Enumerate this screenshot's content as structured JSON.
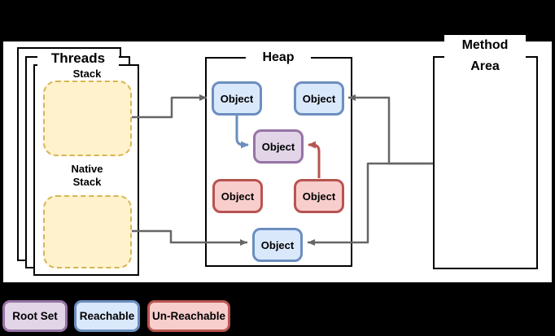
{
  "diagram": {
    "threads": {
      "title": "Threads",
      "stack_label": "Stack",
      "native_stack_label": "Native Stack"
    },
    "heap": {
      "title": "Heap",
      "objects": [
        {
          "id": "top-left",
          "label": "Object",
          "category": "reachable"
        },
        {
          "id": "top-right",
          "label": "Object",
          "category": "reachable"
        },
        {
          "id": "center",
          "label": "Object",
          "category": "root-set"
        },
        {
          "id": "bottom-left",
          "label": "Object",
          "category": "un-reachable"
        },
        {
          "id": "bottom-right",
          "label": "Object",
          "category": "un-reachable"
        },
        {
          "id": "bottom-center",
          "label": "Object",
          "category": "reachable"
        }
      ]
    },
    "method_area": {
      "title_line1": "Method",
      "title_line2": "Area"
    },
    "legend": {
      "items": [
        {
          "label": "Root Set",
          "fill": "#E1D5E7",
          "stroke": "#9673A6"
        },
        {
          "label": "Reachable",
          "fill": "#DAE8FC",
          "stroke": "#6C8EBF"
        },
        {
          "label": "Un-Reachable",
          "fill": "#F8CECC",
          "stroke": "#B85450"
        }
      ]
    },
    "palette": {
      "reachable_fill": "#DAE8FC",
      "reachable_stroke": "#6C8EBF",
      "root_set_fill": "#E1D5E7",
      "root_set_stroke": "#9673A6",
      "un_reachable_fill": "#F8CECC",
      "un_reachable_stroke": "#B85450",
      "stack_frame_fill": "#FFF2CC",
      "stack_frame_stroke": "#D6B656",
      "arrow_gray": "#666666",
      "background": "#000000",
      "canvas": "#ffffff"
    }
  }
}
